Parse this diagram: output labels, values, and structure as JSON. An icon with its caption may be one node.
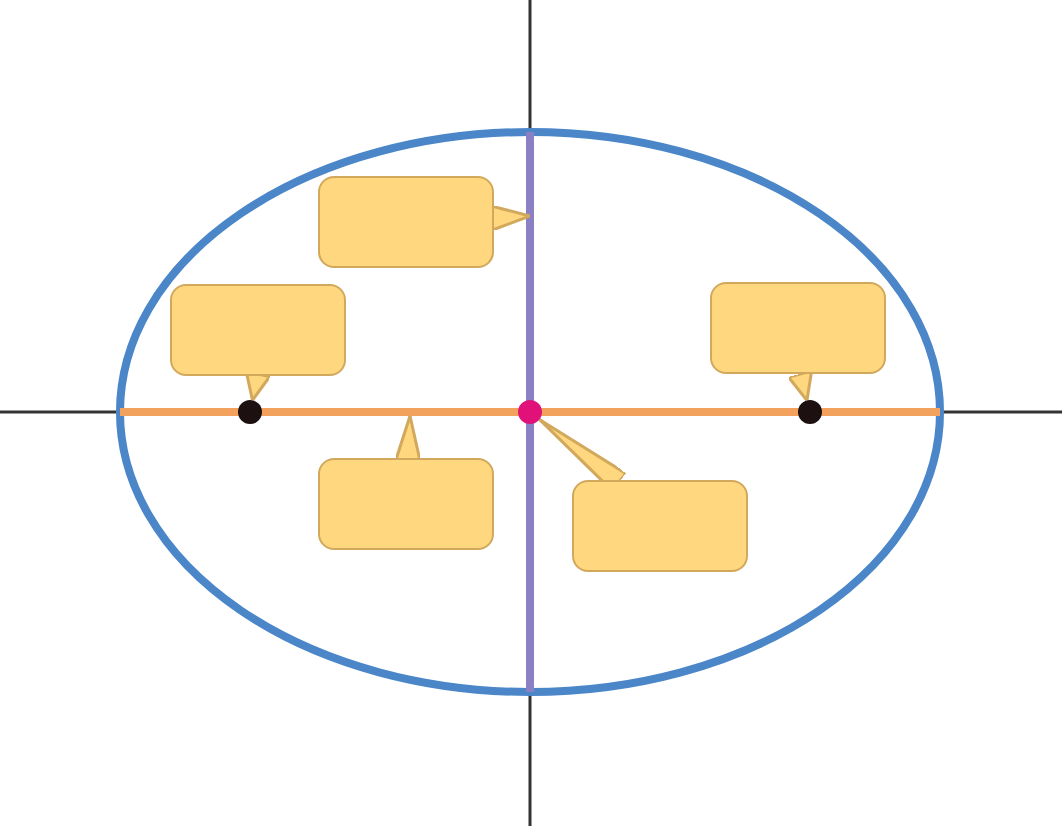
{
  "diagram": {
    "nodes": [
      {
        "text": [],
        "shape": "box"
      },
      {
        "text": [],
        "shape": "box"
      },
      {
        "text": [],
        "shape": "circle"
      },
      {
        "text": [],
        "shape": "circle"
      },
      {
        "text": [],
        "shape": "box"
      },
      {
        "text": [],
        "shape": "circle"
      },
      {
        "text": [],
        "shape": "box"
      },
      {
        "text": [],
        "shape": "box"
      }
    ],
    "edges": [
      {
        "from": 0,
        "to": null,
        "arrow": "to"
      },
      {
        "from": 1,
        "to": 2,
        "arrow": "to"
      },
      {
        "from": 4,
        "to": 5,
        "arrow": "to"
      },
      {
        "from": 6,
        "to": null,
        "arrow": "to"
      },
      {
        "from": 7,
        "to": 3,
        "arrow": "to"
      }
    ]
  }
}
